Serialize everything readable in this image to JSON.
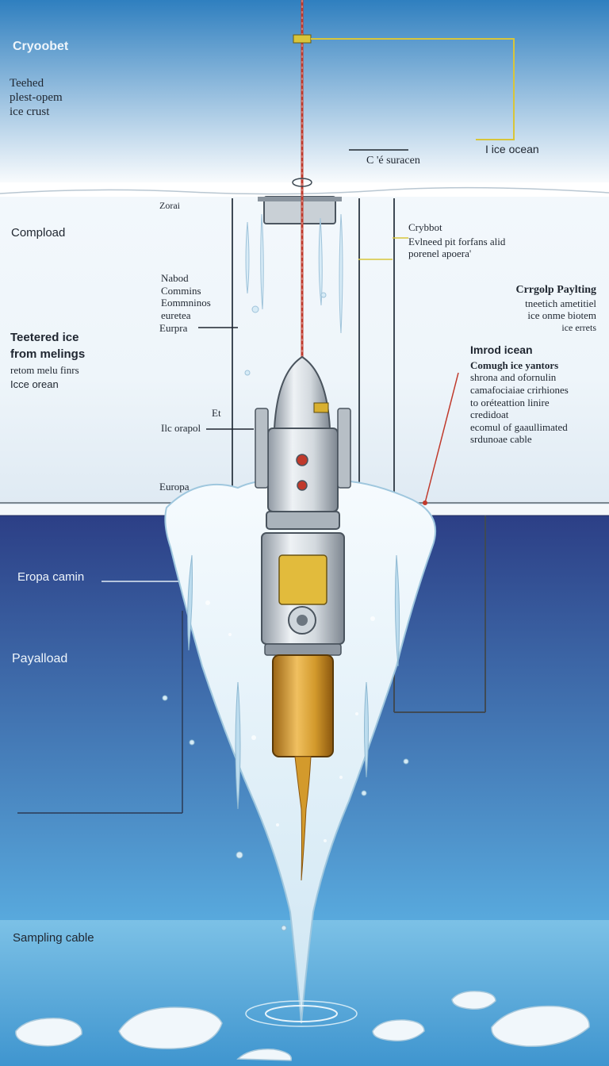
{
  "colors": {
    "sky_top": "#2f7fbf",
    "sky_bottom": "#ffffff",
    "ocean_top": "#2c3f86",
    "ocean_bottom": "#58a9dd",
    "ice": "#e9f2f8",
    "payload": "#d39a2c",
    "tether": "#c0392b",
    "leader_yellow": "#d8c53a",
    "label_dark": "#1f2630",
    "label_light": "#eef5fb"
  },
  "icons": [
    "cryobot-probe-icon",
    "tether-spool-icon",
    "meltwater-icon",
    "ice-floe-icon"
  ],
  "labels": {
    "cryoobet": "Cryoobet",
    "teehed": [
      "Teehed",
      "plest-opem",
      "ice crust"
    ],
    "surface": "C 'é suracen",
    "ice_ocean_top": "I ice ocean",
    "zorai": "Zorai",
    "compload": "Compload",
    "crybbot": [
      "Crybbot",
      "Evlneed pit forfans alid",
      "porenel apoera'"
    ],
    "crrgolp": [
      "Crrgolp Paylting",
      "tneetich ametitiel",
      "ice onme biotem",
      "ice errets"
    ],
    "nabod": [
      "Nabod",
      "Commins",
      "Eommninos",
      "euretea"
    ],
    "europa_mid": "Eurpra",
    "teetered": [
      "Teetered ice",
      "from melings"
    ],
    "retom": [
      "retom melu finrs",
      "Icce orean"
    ],
    "imrod": [
      "Imrod icean",
      "Comugh ice yantors",
      "shrona and ofornulin",
      "camafociaiae crirhiones",
      "to oréteattion linire",
      "credidoat",
      "ecomul of gaaullimated",
      "srdunoae cable"
    ],
    "et": "Et",
    "ilc_orapol": "Ilc orapol",
    "europa_low": "Europa",
    "eropa_camin": "Eropa camin",
    "payalload": "Payalload",
    "sampling_cable": "Sampling cable"
  }
}
